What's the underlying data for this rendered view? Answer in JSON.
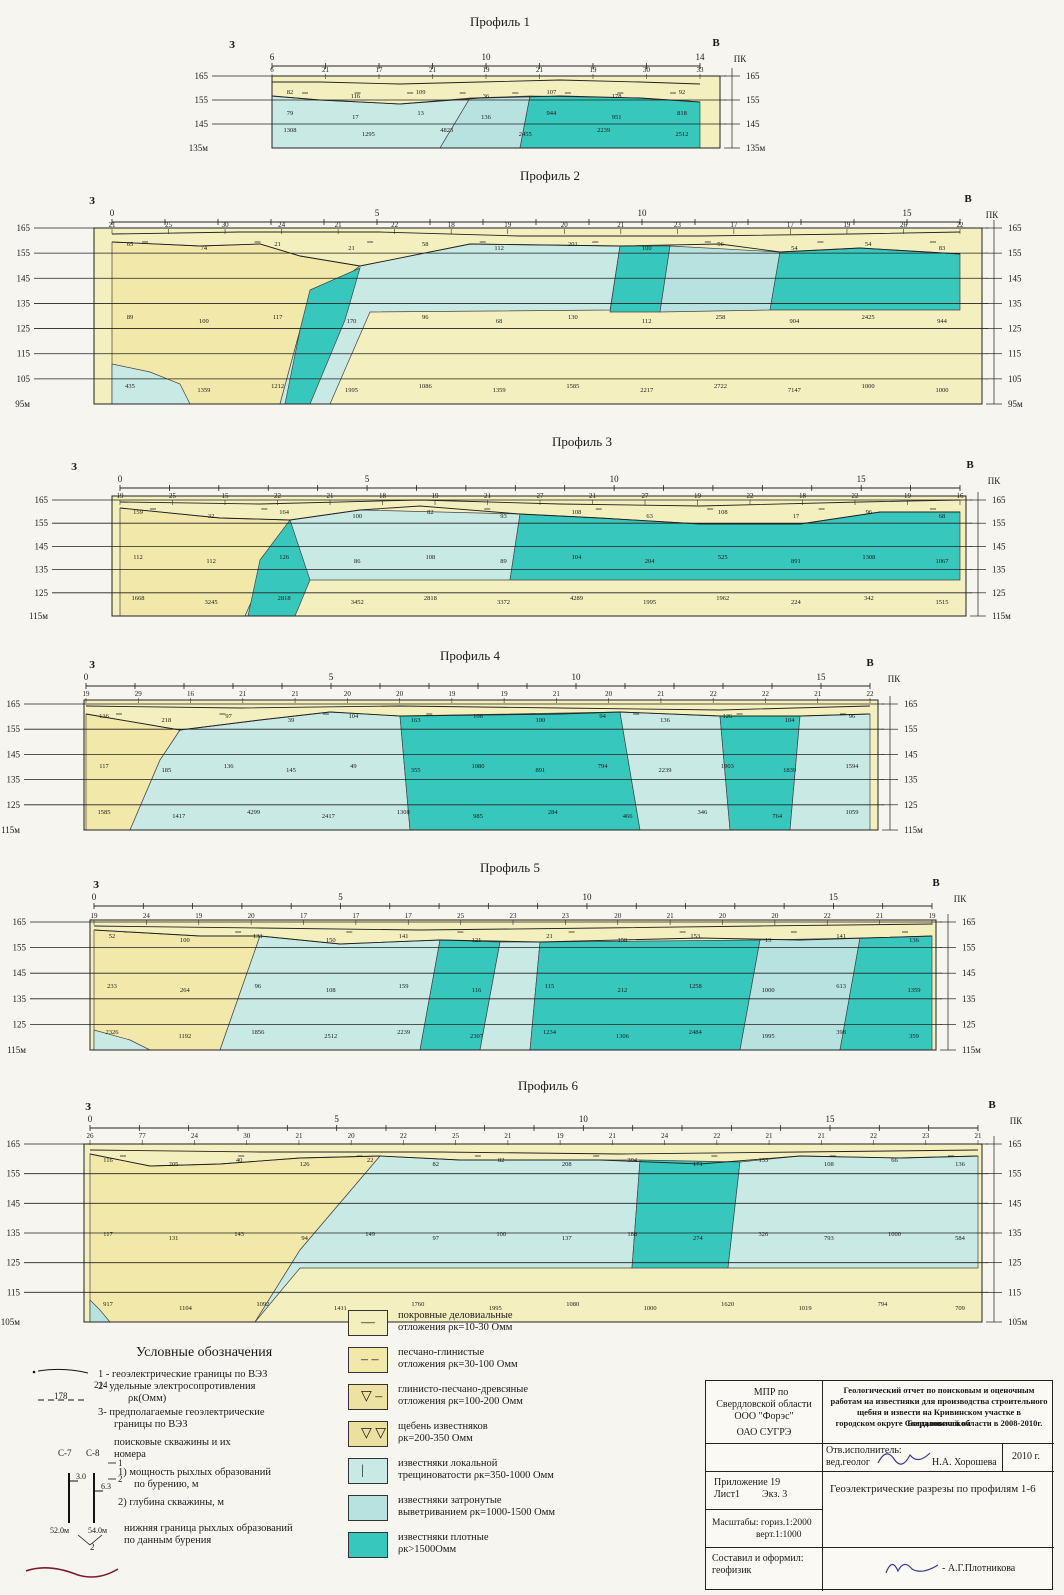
{
  "colors": {
    "cover": "#f4efbf",
    "sandy": "#f2e8aa",
    "clay": "#eee2a2",
    "rubble": "#ece0a0",
    "lime_frac": "#c9e9e4",
    "lime_weath": "#b7e2df",
    "lime_dense": "#37c7bc",
    "line": "#1c1c1c"
  },
  "legend_words": {
    "west": "З",
    "east": "В",
    "pk": "ПК"
  },
  "profiles": [
    {
      "title": "Профиль 1",
      "pk_ticks": [
        {
          "pk": 0,
          "label": "6"
        },
        {
          "pk": 4,
          "label": "10"
        },
        {
          "pk": 8,
          "label": "14"
        }
      ],
      "top_labels": [
        "6",
        "21",
        "17",
        "21",
        "19",
        "21",
        "19",
        "30",
        "33"
      ],
      "elev_left": [
        "165",
        "155",
        "145",
        "135м"
      ],
      "elev_right": [
        "165",
        "155",
        "145",
        "135м"
      ],
      "values": [
        "82",
        "116",
        "109",
        "36",
        "107",
        "178",
        "92",
        "79",
        "17",
        "13",
        "136",
        "944",
        "951",
        "818",
        "1308",
        "1295",
        "4823",
        "2455",
        "2239",
        "2512"
      ]
    },
    {
      "title": "Профиль 2",
      "pk_ticks": [
        {
          "pk": 0,
          "label": "0"
        },
        {
          "pk": 5,
          "label": "5"
        },
        {
          "pk": 10,
          "label": "10"
        },
        {
          "pk": 15,
          "label": "15"
        }
      ],
      "top_labels": [
        "21",
        "25",
        "30",
        "24",
        "21",
        "22",
        "18",
        "19",
        "20",
        "21",
        "23",
        "17",
        "17",
        "19",
        "26",
        "22"
      ],
      "elev_left": [
        "165",
        "155",
        "145",
        "135",
        "125",
        "115",
        "105",
        "95м"
      ],
      "elev_right": [
        "165",
        "155",
        "145",
        "135",
        "125",
        "115",
        "105",
        "95м"
      ],
      "values": [
        "65",
        "74",
        "21",
        "21",
        "58",
        "112",
        "201",
        "100",
        "56",
        "54",
        "54",
        "83",
        "89",
        "100",
        "117",
        "170",
        "96",
        "68",
        "130",
        "112",
        "258",
        "904",
        "2425",
        "944",
        "435",
        "1359",
        "1212",
        "1995",
        "1086",
        "1359",
        "1585",
        "2217",
        "2722",
        "7147",
        "1000",
        "1000"
      ]
    },
    {
      "title": "Профиль 3",
      "pk_ticks": [
        {
          "pk": 0,
          "label": "0"
        },
        {
          "pk": 5,
          "label": "5"
        },
        {
          "pk": 10,
          "label": "10"
        },
        {
          "pk": 15,
          "label": "15"
        }
      ],
      "top_labels": [
        "19",
        "25",
        "15",
        "22",
        "21",
        "18",
        "19",
        "21",
        "27",
        "21",
        "27",
        "19",
        "22",
        "18",
        "22",
        "19",
        "16"
      ],
      "elev_left": [
        "165",
        "155",
        "145",
        "135",
        "125",
        "115м"
      ],
      "elev_right": [
        "165",
        "155",
        "145",
        "135",
        "125",
        "115м"
      ],
      "values": [
        "159",
        "32",
        "164",
        "100",
        "82",
        "93",
        "108",
        "63",
        "108",
        "17",
        "96",
        "68",
        "112",
        "112",
        "126",
        "86",
        "108",
        "89",
        "104",
        "204",
        "525",
        "891",
        "1308",
        "1067",
        "1668",
        "3245",
        "2818",
        "3452",
        "2818",
        "3372",
        "4289",
        "1995",
        "1962",
        "224",
        "342",
        "1515"
      ]
    },
    {
      "title": "Профиль 4",
      "pk_ticks": [
        {
          "pk": 0,
          "label": "0"
        },
        {
          "pk": 5,
          "label": "5"
        },
        {
          "pk": 10,
          "label": "10"
        },
        {
          "pk": 15,
          "label": "15"
        }
      ],
      "top_labels": [
        "19",
        "29",
        "16",
        "21",
        "21",
        "20",
        "20",
        "19",
        "19",
        "21",
        "20",
        "21",
        "22",
        "22",
        "21",
        "22"
      ],
      "elev_left": [
        "165",
        "155",
        "145",
        "135",
        "125",
        "115м"
      ],
      "elev_right": [
        "165",
        "155",
        "145",
        "135",
        "125",
        "115м"
      ],
      "values": [
        "136",
        "218",
        "97",
        "39",
        "104",
        "163",
        "106",
        "100",
        "94",
        "136",
        "126",
        "104",
        "96",
        "117",
        "185",
        "136",
        "145",
        "49",
        "355",
        "1080",
        "891",
        "794",
        "2239",
        "1903",
        "1839",
        "1594",
        "1585",
        "1417",
        "4299",
        "2417",
        "1308",
        "985",
        "284",
        "466",
        "346",
        "764",
        "1059"
      ]
    },
    {
      "title": "Профиль 5",
      "pk_ticks": [
        {
          "pk": 0,
          "label": "0"
        },
        {
          "pk": 5,
          "label": "5"
        },
        {
          "pk": 10,
          "label": "10"
        },
        {
          "pk": 15,
          "label": "15"
        }
      ],
      "top_labels": [
        "19",
        "24",
        "19",
        "20",
        "17",
        "17",
        "17",
        "25",
        "23",
        "23",
        "20",
        "21",
        "20",
        "20",
        "22",
        "21",
        "19"
      ],
      "elev_left": [
        "165",
        "155",
        "145",
        "135",
        "125",
        "115м"
      ],
      "elev_right": [
        "165",
        "155",
        "145",
        "135",
        "125",
        "115м"
      ],
      "values": [
        "52",
        "100",
        "131",
        "150",
        "141",
        "121",
        "21",
        "158",
        "153",
        "13",
        "141",
        "136",
        "233",
        "264",
        "96",
        "108",
        "159",
        "116",
        "115",
        "212",
        "1258",
        "1000",
        "613",
        "1359",
        "2326",
        "1192",
        "1856",
        "2512",
        "2239",
        "2307",
        "1234",
        "1306",
        "2484",
        "1995",
        "398",
        "359"
      ]
    },
    {
      "title": "Профиль 6",
      "pk_ticks": [
        {
          "pk": 0,
          "label": "0"
        },
        {
          "pk": 5,
          "label": "5"
        },
        {
          "pk": 10,
          "label": "10"
        },
        {
          "pk": 15,
          "label": "15"
        }
      ],
      "top_labels": [
        "26",
        "77",
        "24",
        "30",
        "21",
        "20",
        "22",
        "25",
        "21",
        "19",
        "21",
        "24",
        "22",
        "21",
        "21",
        "22",
        "23",
        "21"
      ],
      "elev_left": [
        "165",
        "155",
        "145",
        "135",
        "125",
        "115",
        "105м"
      ],
      "elev_right": [
        "165",
        "155",
        "145",
        "135",
        "125",
        "115",
        "105м"
      ],
      "values": [
        "116",
        "205",
        "40",
        "126",
        "22",
        "82",
        "82",
        "208",
        "304",
        "171",
        "133",
        "108",
        "66",
        "136",
        "117",
        "131",
        "143",
        "94",
        "149",
        "97",
        "100",
        "137",
        "188",
        "274",
        "326",
        "793",
        "1000",
        "584",
        "917",
        "1104",
        "1092",
        "1411",
        "1760",
        "1995",
        "1080",
        "1000",
        "1620",
        "1019",
        "794",
        "709"
      ]
    }
  ],
  "legend": [
    {
      "text1": "покровные деловиальные",
      "text2": "отложения",
      "rho": "ρк=10-30 Омм",
      "kind": "cover",
      "sym": "—"
    },
    {
      "text1": "песчано-глинистые",
      "text2": "отложения",
      "rho": "ρк=30-100  Омм",
      "kind": "sandy",
      "sym": "– –"
    },
    {
      "text1": "глинисто-песчано-древсяные",
      "text2": "отложения",
      "rho": "ρк=100-200 Омм",
      "kind": "clay",
      "sym": "▽ –"
    },
    {
      "text1": "щебень известняков",
      "text2": "",
      "rho": "ρк=200-350 Омм",
      "kind": "rubble",
      "sym": "▽ ▽"
    },
    {
      "text1": "известняки локальной",
      "text2": "трещиноватости",
      "rho": "ρк=350-1000 Омм",
      "kind": "lime_frac",
      "sym": "|"
    },
    {
      "text1": "известняки затронутые",
      "text2": "выветриванием",
      "rho": "ρк=1000-1500 Омм",
      "kind": "lime_weath",
      "sym": ""
    },
    {
      "text1": "известняки  плотные",
      "text2": "",
      "rho": "ρк>1500Омм",
      "kind": "lime_dense",
      "sym": ""
    }
  ],
  "notes": {
    "heading": "Условные обозначения",
    "n1": "1 - геоэлектрические границы  по ВЭЗ",
    "n2a": "2- удельные электросопротивления",
    "n2b": "ρк(Омм)",
    "n3a": "3- предполагаемые геоэлектрические",
    "n3b": "границы по ВЭЗ",
    "wells_a": "поисковые скважины и их",
    "wells_b": "номера",
    "w1a": "1)  мощность рыхлых образований",
    "w1b": "по бурению, м",
    "w2": "2)  глубина скважины, м",
    "bnd_a": "нижняя граница рыхлых образований",
    "bnd_b": "по данным бурения",
    "ex_val1": "214",
    "ex_val2": "178",
    "ex_num1": "1",
    "ex_num2": "2",
    "ex_num3": "1",
    "ex_num4": "2",
    "well1": "С-7",
    "well2": "С-8",
    "w_thick1": "3.0",
    "w_thick2": "6.3",
    "w_depth1": "52.0м",
    "w_depth2": "54.0м"
  },
  "stamp": {
    "org1": "МПР по",
    "org2": "Свердловской области",
    "org3": "ООО \"Форэс\"",
    "org4": "ОАО СУГРЭ",
    "title1": "Геологический отчет по поисковым и оценочным",
    "title2": "работам на известняки для производства строительного",
    "title3": "щебня и извести на Кривинском участке в Богдановичском",
    "title4": "городском округе Свердловской области в 2008-2010г.",
    "resp1": "Отв.исполнитель:",
    "resp2": "вед.геолог",
    "resp_name": "Н.А. Хорошева",
    "year": "2010 г.",
    "app": "Приложение 19",
    "sheet": "Лист1",
    "copy": "Экз. 3",
    "sheet_title": "Геоэлектрические разрезы по профилям 1-6",
    "scale1": "Масштабы: гориз.1:2000",
    "scale2": "верт.1:1000",
    "made1": "Составил и оформил:",
    "made2": "геофизик",
    "maker": "- А.Г.Плотникова"
  }
}
